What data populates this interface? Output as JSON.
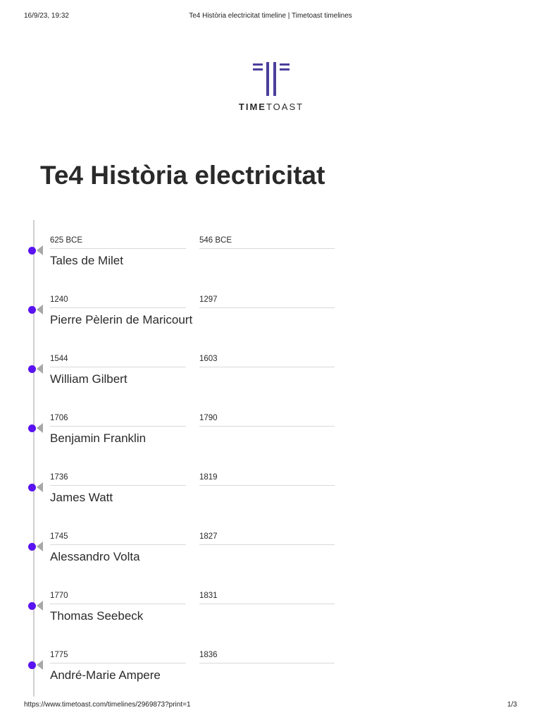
{
  "print_header": {
    "date": "16/9/23, 19:32",
    "title": "Te4 Història electricitat timeline | Timetoast timelines"
  },
  "logo": {
    "word_bold": "TIME",
    "word_rest": "TOAST",
    "color": "#4b3f9b"
  },
  "page_title": "Te4 Història electricitat",
  "accent_color": "#5b12f0",
  "events": [
    {
      "start": "625 BCE",
      "end": "546 BCE",
      "name": "Tales de Milet"
    },
    {
      "start": "1240",
      "end": "1297",
      "name": "Pierre Pèlerin de Maricourt"
    },
    {
      "start": "1544",
      "end": "1603",
      "name": "William Gilbert"
    },
    {
      "start": "1706",
      "end": "1790",
      "name": "Benjamin Franklin"
    },
    {
      "start": "1736",
      "end": "1819",
      "name": "James Watt"
    },
    {
      "start": "1745",
      "end": "1827",
      "name": "Alessandro Volta"
    },
    {
      "start": "1770",
      "end": "1831",
      "name": "Thomas Seebeck"
    },
    {
      "start": "1775",
      "end": "1836",
      "name": "André-Marie Ampere"
    }
  ],
  "print_footer": {
    "url": "https://www.timetoast.com/timelines/2969873?print=1",
    "page": "1/3"
  }
}
